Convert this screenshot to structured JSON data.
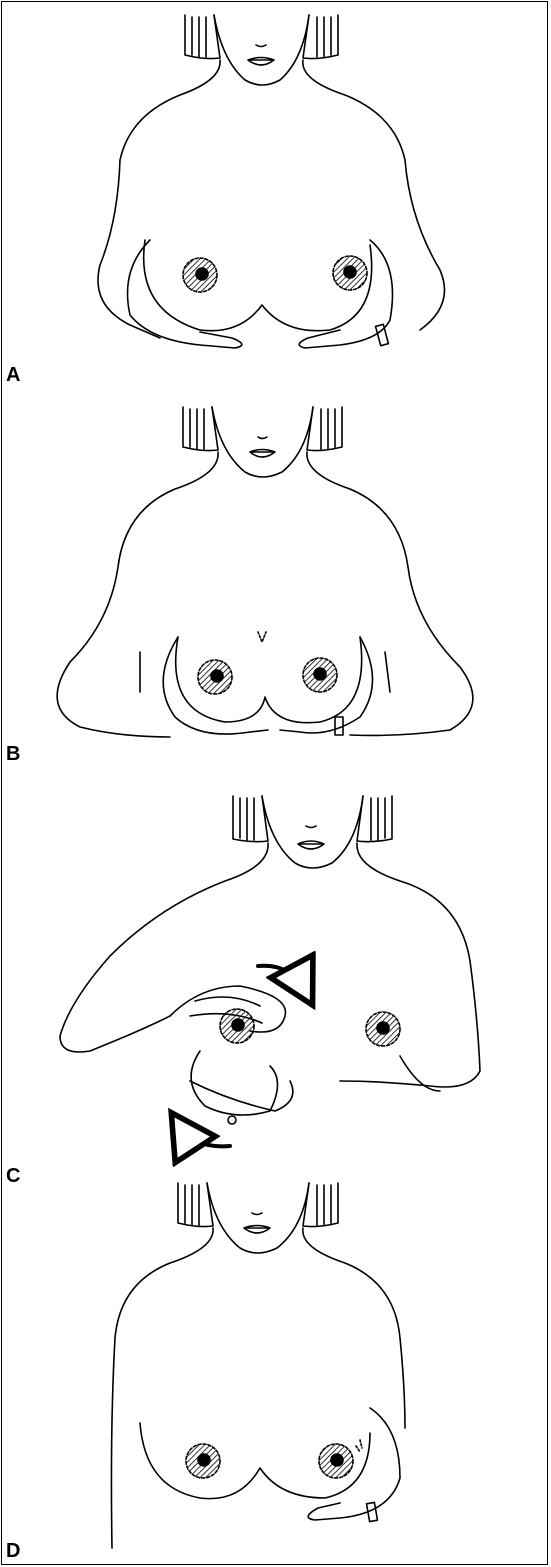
{
  "panels": [
    {
      "label": "A"
    },
    {
      "label": "B"
    },
    {
      "label": "C"
    },
    {
      "label": "D"
    }
  ],
  "colors": {
    "line": "#000000",
    "background": "#ffffff"
  },
  "icons": [
    "areola-hatch-icon",
    "rotate-arrow-icon"
  ]
}
